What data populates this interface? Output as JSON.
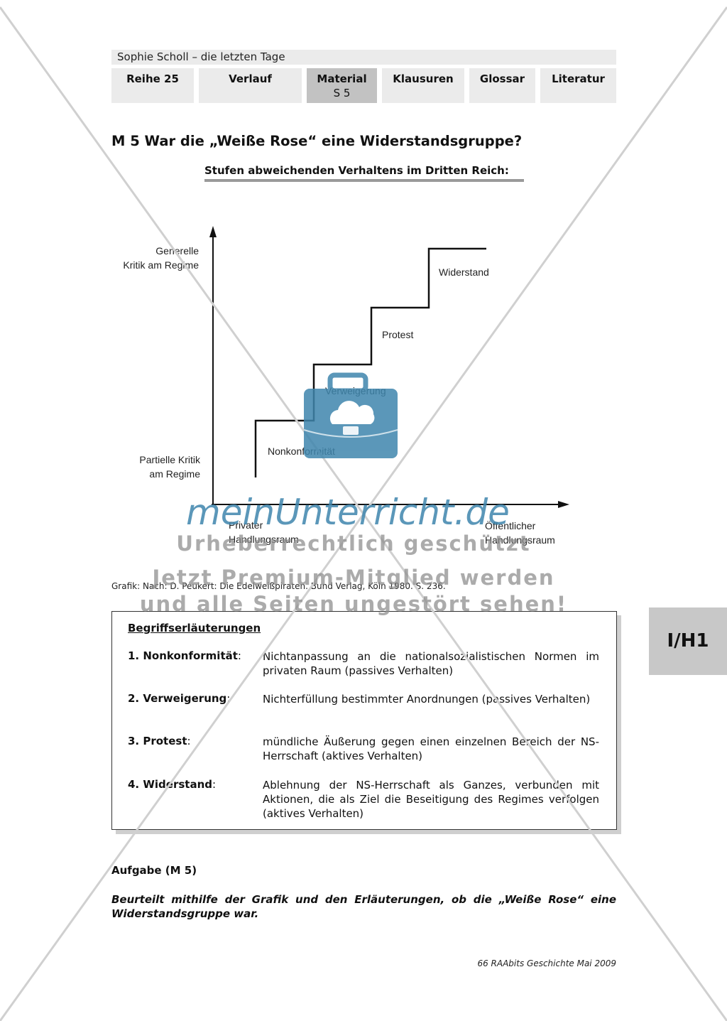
{
  "header": {
    "title": "Sophie Scholl – die letzten Tage",
    "tabs": [
      {
        "label": "Reihe 25",
        "sub": ""
      },
      {
        "label": "Verlauf",
        "sub": ""
      },
      {
        "label": "Material",
        "sub": "S 5"
      },
      {
        "label": "Klausuren",
        "sub": ""
      },
      {
        "label": "Glossar",
        "sub": ""
      },
      {
        "label": "Literatur",
        "sub": ""
      }
    ]
  },
  "main": {
    "heading": "M 5 War die „Weiße Rose“ eine Widerstandsgruppe?",
    "subheading": "Stufen abweichenden Verhaltens im Dritten Reich:",
    "caption": "Grafik: Nach: D. Peukert: Die Edelweißpiraten. Bund Verlag, Köln 1980. S. 236."
  },
  "chart_data": {
    "type": "step",
    "y_labels": {
      "top": [
        "Generelle",
        "Kritik am Regime"
      ],
      "bottom": [
        "Partielle Kritik",
        "am Regime"
      ]
    },
    "x_labels": {
      "left": [
        "Privater",
        "Handlungsraum"
      ],
      "right": [
        "Öffentlicher",
        "Handlungsraum"
      ]
    },
    "steps": [
      {
        "label": "Nonkonformität",
        "level": 1
      },
      {
        "label": "Verweigerung",
        "level": 2
      },
      {
        "label": "Protest",
        "level": 3
      },
      {
        "label": "Widerstand",
        "level": 4
      }
    ]
  },
  "definitions": {
    "heading": "Begriffserläuterungen",
    "items": [
      {
        "term": "1. Nonkonformität",
        "sep": ":",
        "desc": "Nichtanpassung an die nationalsozialistischen Normen im privaten Raum (passives Verhalten)"
      },
      {
        "term": "2. Verweigerung",
        "sep": ":",
        "desc": "Nichterfüllung bestimmter Anordnungen (passives Verhalten)"
      },
      {
        "term": "3. Protest",
        "sep": ":",
        "desc": "mündliche Äußerung gegen einen einzelnen Bereich der NS-Herrschaft (aktives Verhalten)"
      },
      {
        "term": "4. Widerstand",
        "sep": ":",
        "desc": "Ablehnung der NS-Herrschaft als Ganzes, verbunden mit Aktionen, die als Ziel die Beseitigung des Regimes verfolgen (aktives Verhalten)"
      }
    ]
  },
  "side_tab": "I/H1",
  "task": {
    "heading": "Aufgabe (M 5)",
    "text": "Beurteilt mithilfe der Grafik und den Erläuterungen, ob die „Weiße Rose“ eine Widerstandsgruppe war."
  },
  "footer": "66 RAAbits Geschichte Mai 2009",
  "watermark": {
    "brand": "meinUnterricht.de",
    "line1": "Urheberrechtlich geschützt",
    "line2": "Jetzt Premium-Mitglied werden",
    "line3": "und alle Seiten ungestört sehen!",
    "color": "#3f86ad"
  }
}
